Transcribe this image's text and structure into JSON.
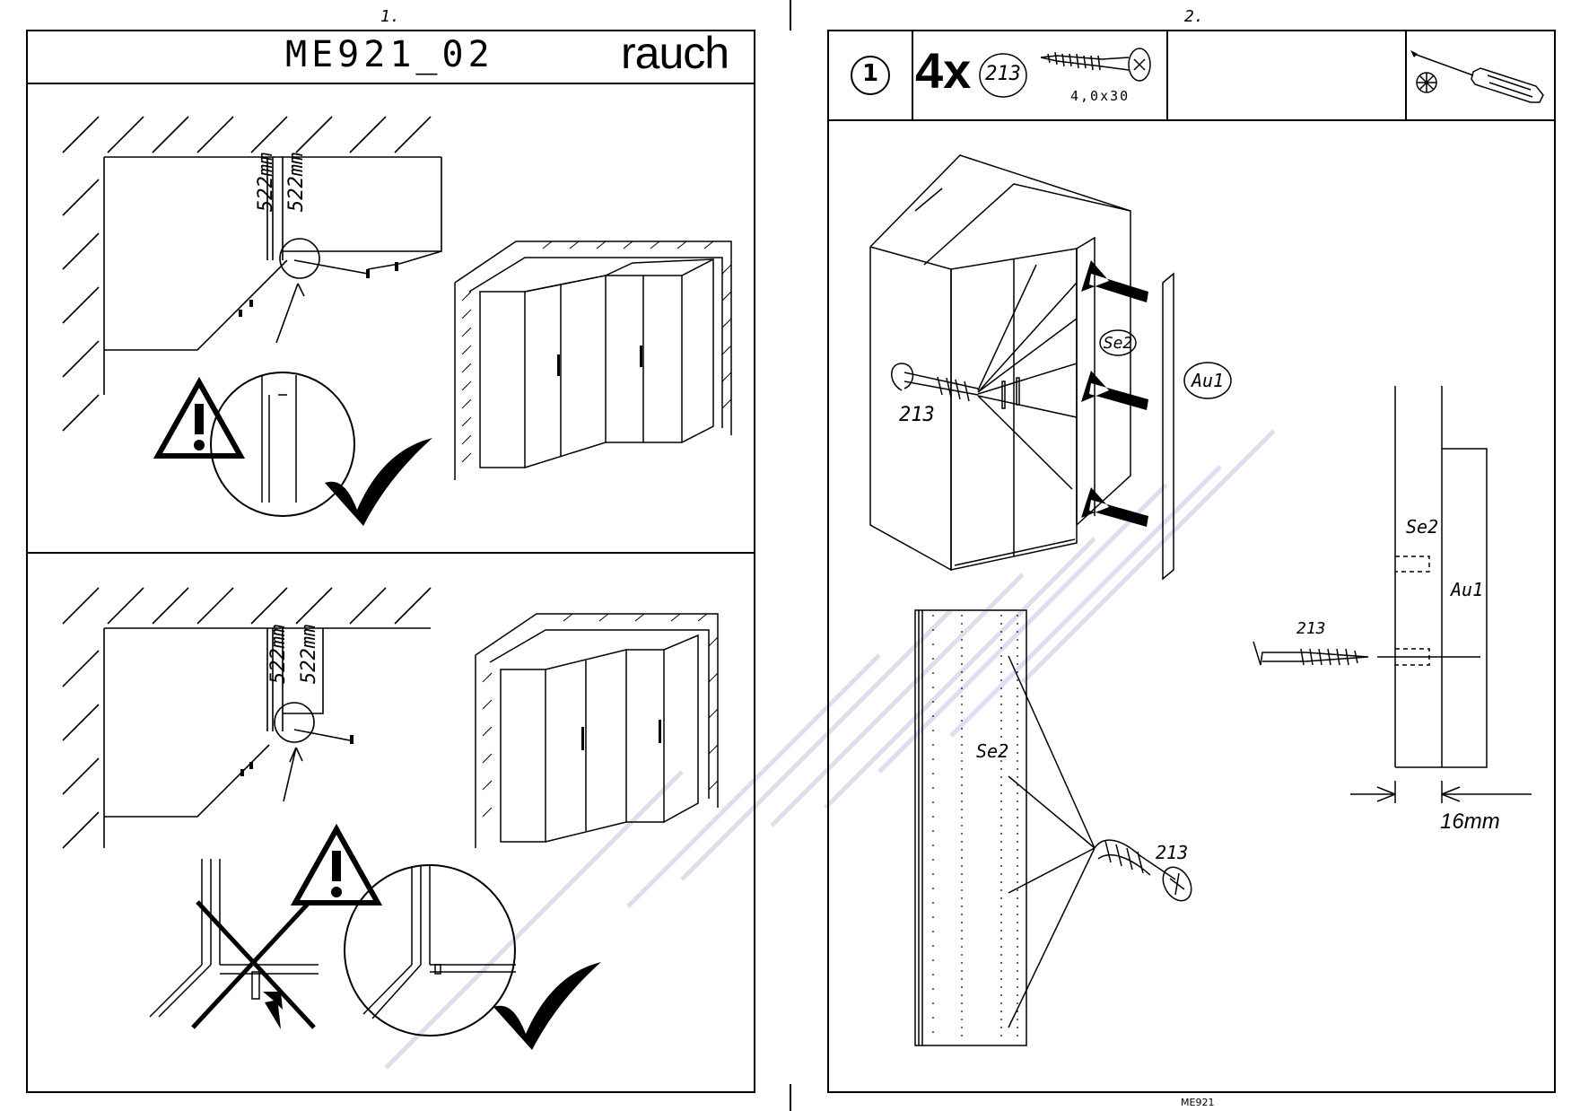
{
  "left_page": {
    "page_number": "1.",
    "model_code": "ME921_02",
    "brand": "rauch",
    "panel1": {
      "dim_a": "522mm",
      "dim_b": "522mm"
    },
    "panel2": {
      "dim_a": "522mm",
      "dim_b": "522mm"
    }
  },
  "right_page": {
    "page_number": "2.",
    "step_number": "1",
    "quantity": "4x",
    "part_number": "213",
    "screw_size": "4,0x30",
    "labels": {
      "se2_cabinet": "Se2",
      "au1": "Au1",
      "screw_cabinet": "213",
      "se2_panel": "Se2",
      "screw_panel": "213",
      "se2_detail": "Se2",
      "au1_detail": "Au1",
      "screw_detail": "213",
      "thickness": "16mm"
    },
    "footer_code": "ME921"
  },
  "colors": {
    "ink": "#000000",
    "paper": "#ffffff",
    "watermark": "#c8c4e8"
  }
}
